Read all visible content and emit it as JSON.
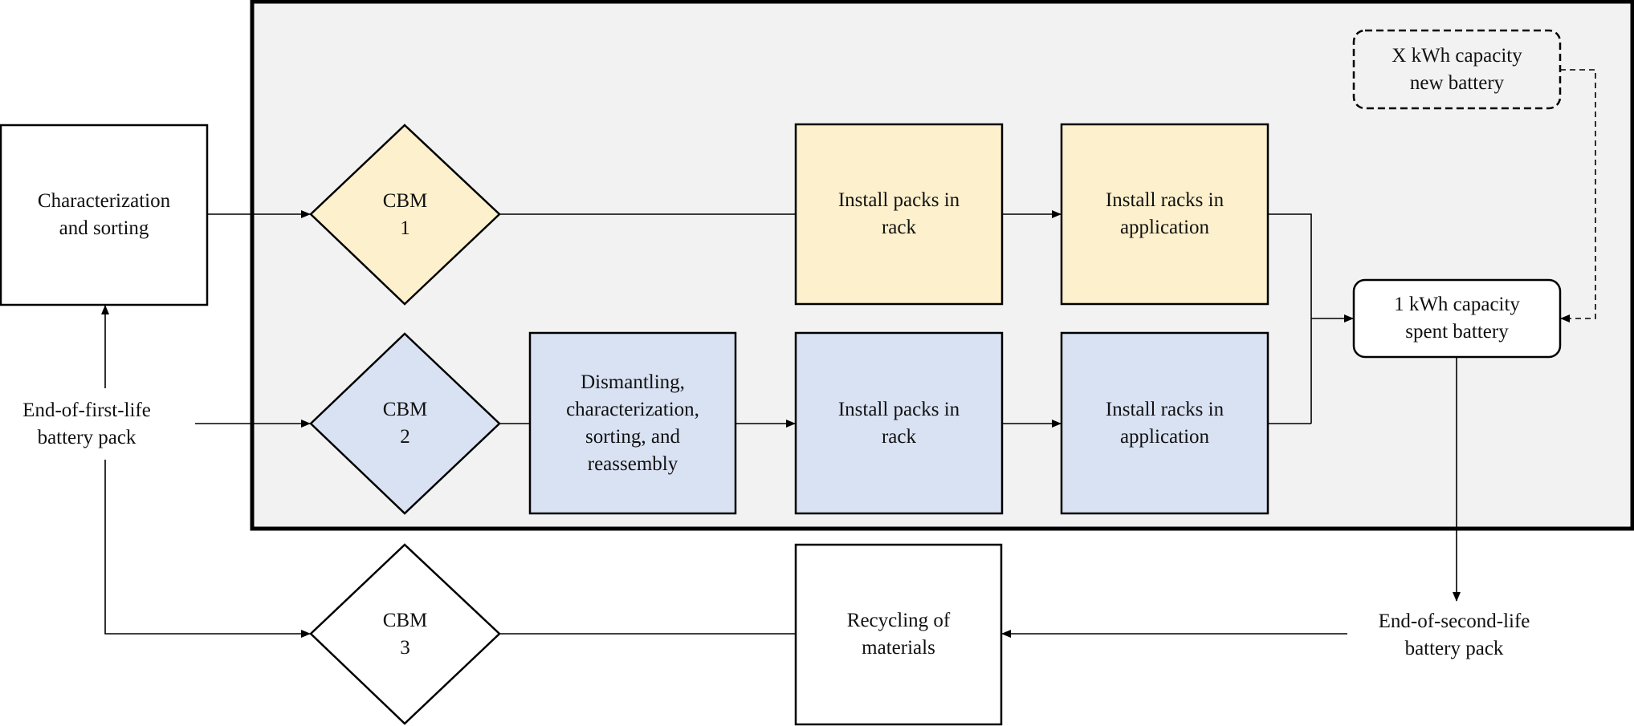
{
  "colors": {
    "yellow_fill": "#fdf0cc",
    "blue_fill": "#d9e2f3",
    "panel_fill": "#f2f2f2",
    "stroke": "#000000"
  },
  "nodes": {
    "characterization": [
      "Characterization",
      "and sorting"
    ],
    "cbm1": [
      "CBM",
      "1"
    ],
    "install_packs_1": [
      "Install packs in",
      "rack"
    ],
    "install_racks_1": [
      "Install racks in",
      "application"
    ],
    "new_battery": [
      "X kWh capacity",
      "new battery"
    ],
    "spent_battery": [
      "1 kWh capacity",
      "spent battery"
    ],
    "end_first_life": [
      "End-of-first-life",
      "battery pack"
    ],
    "cbm2": [
      "CBM",
      "2"
    ],
    "dismantling": [
      "Dismantling,",
      "characterization,",
      "sorting, and",
      "reassembly"
    ],
    "install_packs_2": [
      "Install packs in",
      "rack"
    ],
    "install_racks_2": [
      "Install racks in",
      "application"
    ],
    "cbm3": [
      "CBM",
      "3"
    ],
    "recycling": [
      "Recycling of",
      "materials"
    ],
    "end_second_life": [
      "End-of-second-life",
      "battery pack"
    ]
  }
}
